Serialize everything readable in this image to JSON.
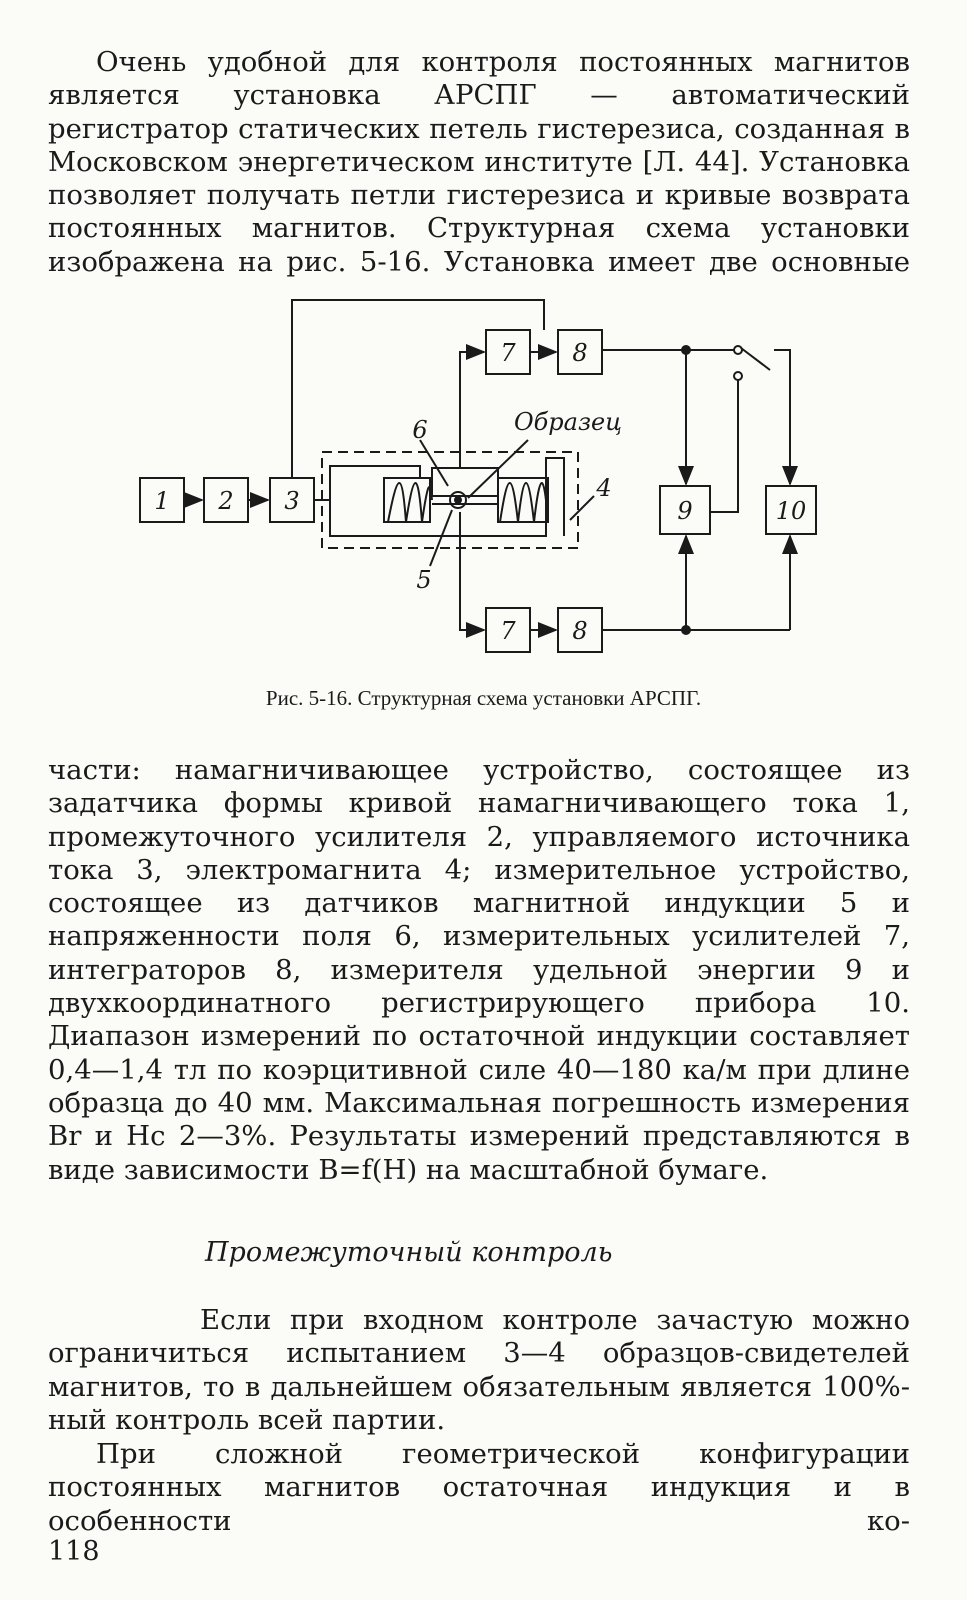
{
  "paragraphs": {
    "p1": "Очень удобной для контроля постоянных магнитов является установка АРСПГ — автоматический регистратор статических петель гистерезиса, созданная в Московском энергетическом институте [Л. 44]. Установка позволяет получать петли гистерезиса и кривые возврата постоянных магнитов. Структурная схема установки изображена на рис. 5-16. Установка имеет две основные",
    "p2": "части: намагничивающее устройство, состоящее из задатчика формы кривой намагничивающего тока 1, промежуточного усилителя 2, управляемого источника тока 3, электромагнита 4; измерительное устройство, состоящее из датчиков магнитной индукции 5 и напряженности поля 6, измерительных усилителей 7, интеграторов 8, измерителя удельной энергии 9 и двухкоординатного регистрирующего прибора 10. Диапазон измерений по остаточной индукции составляет 0,4—1,4 тл по коэрцитивной силе 40—180 ка/м при длине образца до 40 мм. Максимальная погрешность измерения Br и Hc 2—3%. Результаты измерений представляются в виде зависимости B=f(H) на масштабной бумаге.",
    "p3": "Если при входном контроле зачастую можно ограничиться испытанием 3—4 образцов-свидетелей магнитов, то в дальнейшем обязательным является 100%-ный контроль всей партии.",
    "p4": "При сложной геометрической конфигурации постоянных магнитов остаточная индукция и в особенности ко-"
  },
  "figure": {
    "caption": "Рис. 5-16. Структурная схема установки АРСПГ.",
    "labels": {
      "b1": "1",
      "b2": "2",
      "b3": "3",
      "b7top": "7",
      "b8top": "8",
      "b7bot": "7",
      "b8bot": "8",
      "b9": "9",
      "b10": "10",
      "l4": "4",
      "l5": "5",
      "l6": "6",
      "sample": "Образец"
    }
  },
  "heading": "Промежуточный контроль",
  "page_number": "118"
}
